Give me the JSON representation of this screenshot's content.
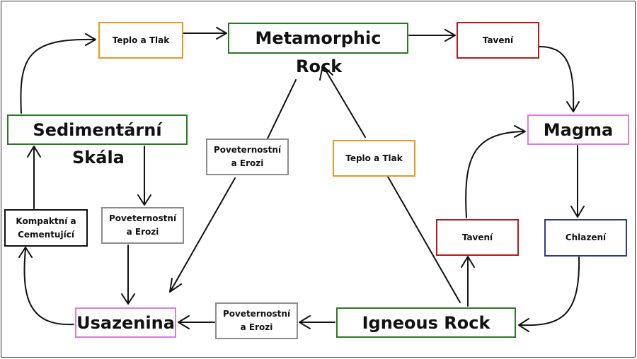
{
  "colors": {
    "orange": "#e59a1f",
    "green": "#2a7a22",
    "red": "#b31b1b",
    "pink": "#e07ad8",
    "gray": "#8d8d8d",
    "navy": "#2e3a8c",
    "black": "#111111"
  },
  "nodes": {
    "metamorphic": {
      "line1": "Metamorphic",
      "line2": "Rock"
    },
    "magma": "Magma",
    "sedimentary": {
      "line1": "Sedimentární",
      "line2": "Skála"
    },
    "igneous": "Igneous Rock",
    "sediment": "Usazenina"
  },
  "processes": {
    "heat_pressure_top": "Teplo a Tlak",
    "melting_top": "Tavení",
    "weathering_center": {
      "line1": "Poveternostní",
      "line2": "a Erozi"
    },
    "heat_pressure_center": "Teplo a Tlak",
    "weathering_left": {
      "line1": "Poveternostní",
      "line2": "a Erozi"
    },
    "compaction": {
      "line1": "Kompaktní a",
      "line2": "Cementující"
    },
    "melting_bottom": "Tavení",
    "cooling": "Chlazení",
    "weathering_bottom": {
      "line1": "Poveternostní",
      "line2": "a Erozi"
    }
  }
}
